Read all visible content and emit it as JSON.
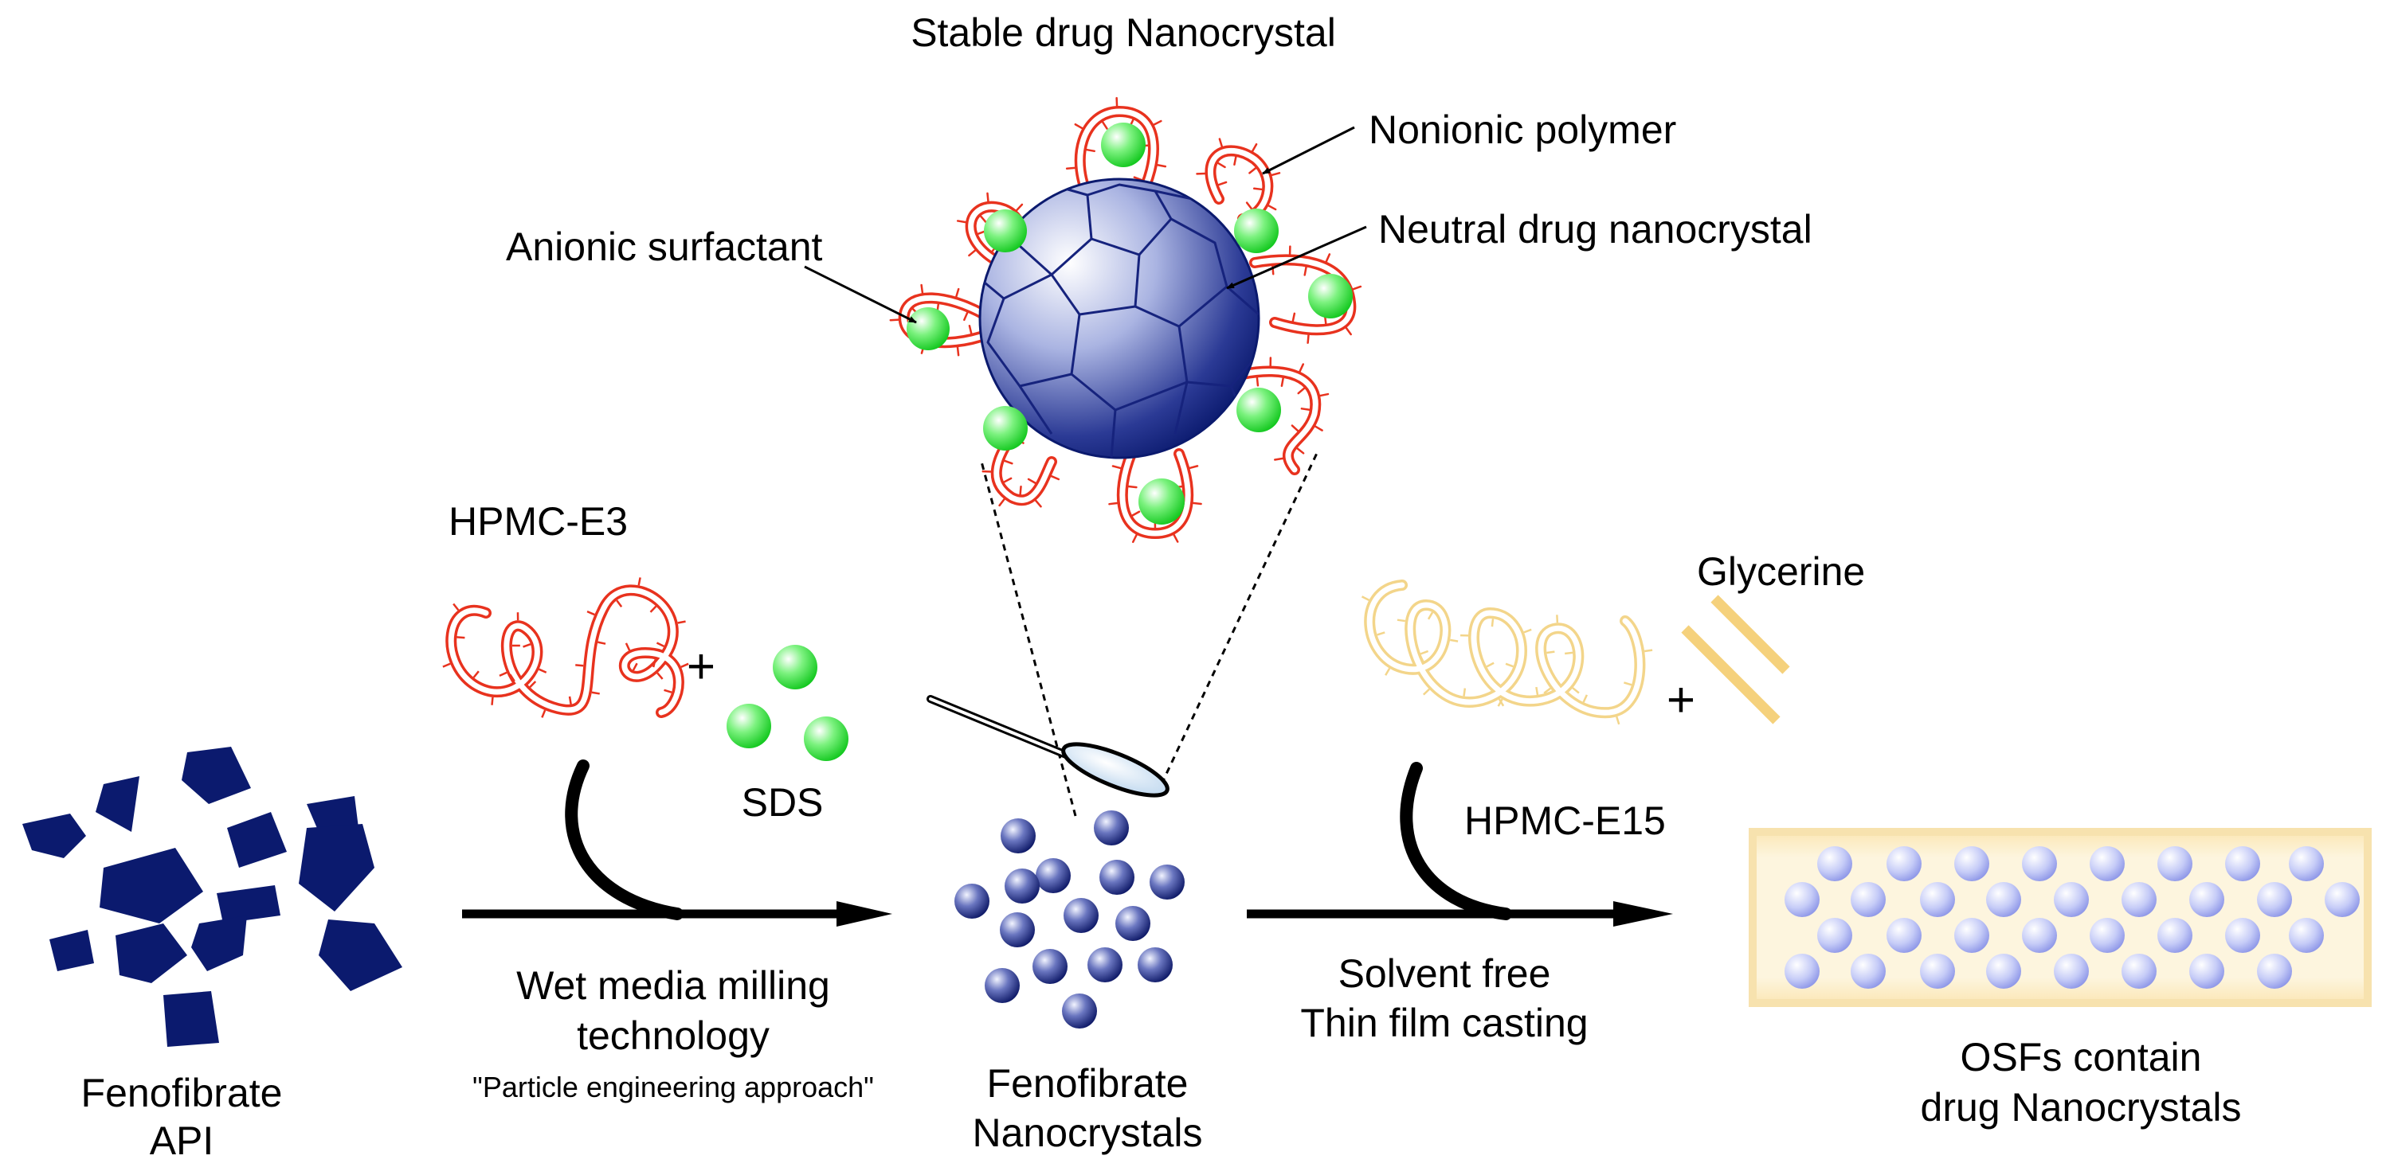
{
  "title": "Stable drug Nanocrystal",
  "callouts": {
    "nonionic_polymer": "Nonionic polymer",
    "anionic_surfactant": "Anionic surfactant",
    "neutral_drug_nanocrystal": "Neutral drug nanocrystal"
  },
  "reagents": {
    "hpmc_e3": "HPMC-E3",
    "plus_1": "+",
    "sds": "SDS",
    "glycerine": "Glycerine",
    "plus_2": "+",
    "hpmc_e15": "HPMC-E15"
  },
  "process_1": {
    "line1": "Wet media milling",
    "line2": "technology",
    "line3": "\"Particle engineering approach\""
  },
  "process_2": {
    "line1": "Solvent free",
    "line2": "Thin film casting"
  },
  "stages": {
    "api": {
      "line1": "Fenofibrate",
      "line2": "API"
    },
    "nanocrystals": {
      "line1": "Fenofibrate",
      "line2": "Nanocrystals"
    },
    "osf": {
      "line1": "OSFs  contain",
      "line2": "drug Nanocrystals"
    }
  },
  "colors": {
    "drug": "#0b1a6e",
    "polymer": "#e8321e",
    "surfactant": "#2fe03a",
    "hpmc_e15": "#f3d58a",
    "glycerine": "#f5d17c",
    "film": "#fdf3d6",
    "arrow": "#000000"
  }
}
